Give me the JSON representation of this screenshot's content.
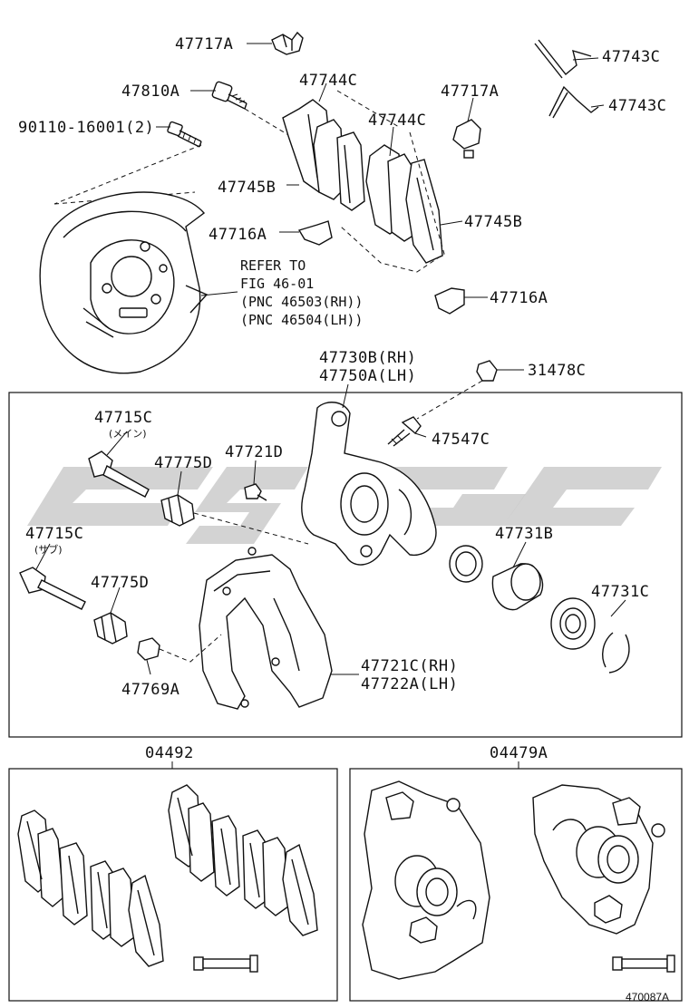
{
  "parts": {
    "p47717A_top": "47717A",
    "p47810A": "47810A",
    "p90110": "90110-16001(2)",
    "p47744C_a": "47744C",
    "p47744C_b": "47744C",
    "p47717A_right": "47717A",
    "p47743C_a": "47743C",
    "p47743C_b": "47743C",
    "p47745B_left": "47745B",
    "p47745B_right": "47745B",
    "p47716A_left": "47716A",
    "p47716A_right": "47716A",
    "refer_line1": "REFER TO",
    "refer_line2": "FIG 46-01",
    "refer_line3": "(PNC 46503(RH))",
    "refer_line4": "(PNC 46504(LH))",
    "p47730B": "47730B(RH)",
    "p47750A": "47750A(LH)",
    "p31478C": "31478C",
    "p47715C_main": "47715C",
    "note_main": "(メイン)",
    "p47547C": "47547C",
    "p47775D_a": "47775D",
    "p47721D": "47721D",
    "p47715C_sub": "47715C",
    "note_sub": "(サブ)",
    "p47731B": "47731B",
    "p47775D_b": "47775D",
    "p47731C": "47731C",
    "p47769A": "47769A",
    "p47721C": "47721C(RH)",
    "p47722A": "47722A(LH)",
    "kit_pad": "04492",
    "kit_caliper": "04479A",
    "figure_id": "470087A"
  },
  "colors": {
    "line": "#111111",
    "watermark": "#c4c4c4",
    "background": "#ffffff"
  }
}
